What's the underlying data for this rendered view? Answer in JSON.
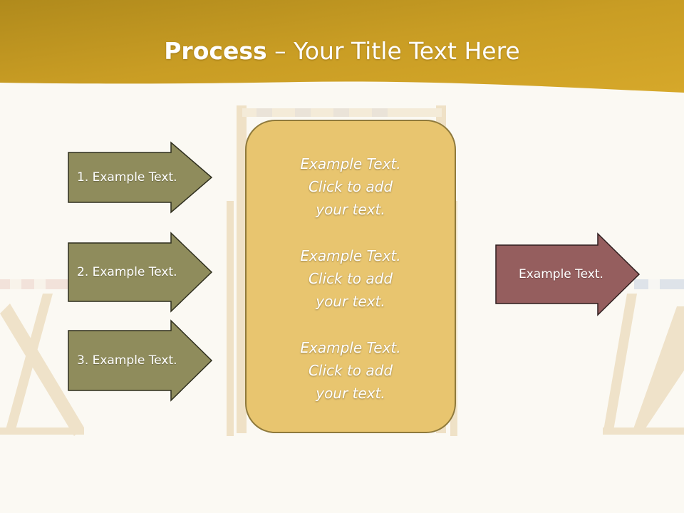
{
  "title": {
    "bold": "Process",
    "rest": " – Your Title Text Here"
  },
  "left_arrows": [
    {
      "label": "1. Example Text."
    },
    {
      "label": "2. Example Text."
    },
    {
      "label": "3. Example Text."
    }
  ],
  "center_blocks": [
    {
      "lines": [
        "Example Text.",
        "Click  to add",
        "your text."
      ]
    },
    {
      "lines": [
        "Example Text.",
        "Click  to add",
        "your text."
      ]
    },
    {
      "lines": [
        "Example Text.",
        "Click  to add",
        "your text."
      ]
    }
  ],
  "right_arrow": {
    "label": "Example Text."
  },
  "colors": {
    "header_gold": "#d4a420",
    "left_arrow_fill": "#8f8c5c",
    "right_arrow_fill": "#955e5e",
    "center_fill": "#e8c56f",
    "background": "#fbf9f3"
  }
}
